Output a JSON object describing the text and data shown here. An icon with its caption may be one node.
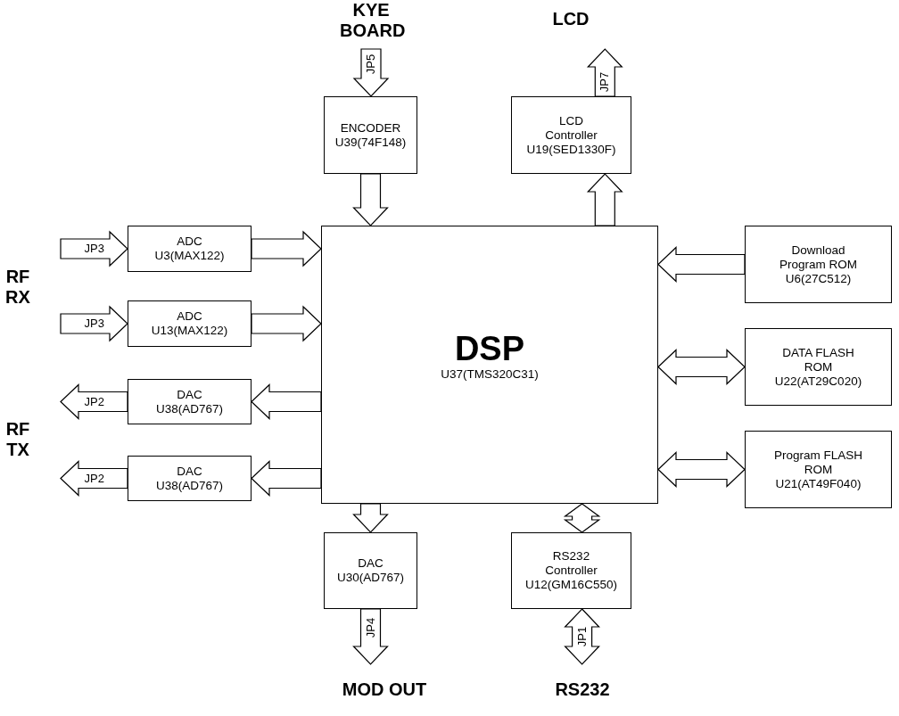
{
  "diagram": {
    "nodes": [
      {
        "text": [
          "DSP",
          "U37(TMS320C31)"
        ]
      },
      {
        "text": [
          "ENCODER",
          "U39(74F148)"
        ]
      },
      {
        "text": [
          "LCD Controller",
          "U19(SED1330F)"
        ]
      },
      {
        "text": [
          "ADC",
          "U3(MAX122)"
        ]
      },
      {
        "text": [
          "ADC",
          "U13(MAX122)"
        ]
      },
      {
        "text": [
          "DAC",
          "U38(AD767)"
        ]
      },
      {
        "text": [
          "DAC",
          "U38(AD767)"
        ]
      },
      {
        "text": [
          "Download Program ROM",
          "U6(27C512)"
        ]
      },
      {
        "text": [
          "DATA FLASH ROM",
          "U22(AT29C020)"
        ]
      },
      {
        "text": [
          "Program FLASH ROM",
          "U21(AT49F040)"
        ]
      },
      {
        "text": [
          "DAC",
          "U30(AD767)"
        ]
      },
      {
        "text": [
          "RS232 Controller",
          "U12(GM16C550)"
        ]
      },
      {
        "text": [
          "KYE BOARD"
        ]
      },
      {
        "text": [
          "LCD"
        ]
      },
      {
        "text": [
          "RF RX"
        ]
      },
      {
        "text": [
          "RF TX"
        ]
      },
      {
        "text": [
          "MOD OUT"
        ]
      },
      {
        "text": [
          "RS232"
        ]
      }
    ],
    "edges": [
      {
        "from": 12,
        "to": 1,
        "arrow": "to",
        "label": "JP5"
      },
      {
        "from": 1,
        "to": 0,
        "arrow": "to"
      },
      {
        "from": 2,
        "to": 13,
        "arrow": "to",
        "label": "JP7"
      },
      {
        "from": 0,
        "to": 2,
        "arrow": "to"
      },
      {
        "from": 14,
        "to": 3,
        "arrow": "to",
        "label": "JP3"
      },
      {
        "from": 14,
        "to": 4,
        "arrow": "to",
        "label": "JP3"
      },
      {
        "from": 3,
        "to": 0,
        "arrow": "to"
      },
      {
        "from": 4,
        "to": 0,
        "arrow": "to"
      },
      {
        "from": 0,
        "to": 5,
        "arrow": "to"
      },
      {
        "from": 0,
        "to": 6,
        "arrow": "to"
      },
      {
        "from": 5,
        "to": 15,
        "arrow": "to",
        "label": "JP2"
      },
      {
        "from": 6,
        "to": 15,
        "arrow": "to",
        "label": "JP2"
      },
      {
        "from": 7,
        "to": 0,
        "arrow": "to"
      },
      {
        "from": 0,
        "to": 8,
        "arrow": "both"
      },
      {
        "from": 0,
        "to": 9,
        "arrow": "both"
      },
      {
        "from": 0,
        "to": 10,
        "arrow": "to"
      },
      {
        "from": 10,
        "to": 16,
        "arrow": "to",
        "label": "JP4"
      },
      {
        "from": 0,
        "to": 11,
        "arrow": "both"
      },
      {
        "from": 11,
        "to": 17,
        "arrow": "both",
        "label": "JP1"
      }
    ]
  }
}
